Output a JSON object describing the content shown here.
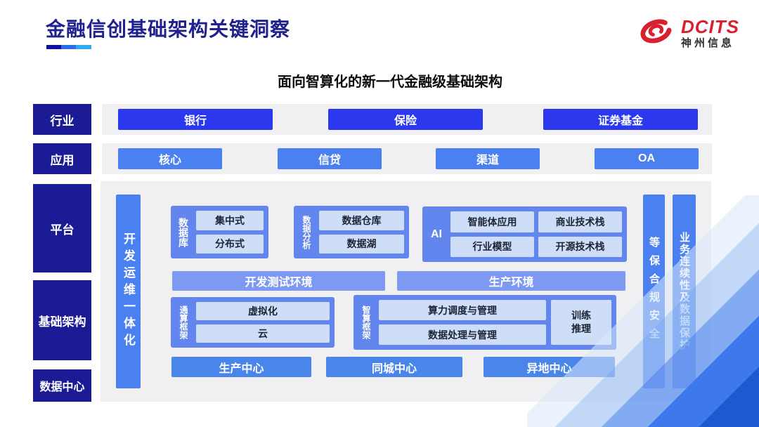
{
  "header": {
    "title": "金融信创基础架构关键洞察",
    "logo": {
      "brand": "DCITS",
      "company": "神州信息"
    }
  },
  "diagram": {
    "subtitle": "面向智算化的新一代金融级基础架构",
    "industry_row": {
      "label": "行业",
      "items": [
        "银行",
        "保险",
        "证券基金"
      ]
    },
    "application_row": {
      "label": "应用",
      "items": [
        "核心",
        "信贷",
        "渠道",
        "OA"
      ]
    },
    "side_labels": {
      "platform": "平台",
      "infrastructure": "基础架构",
      "datacenter": "数据中心"
    },
    "devops_bar": "开发运维一体化",
    "security_bar": "等保合规安全",
    "continuity_bar": "业务连续性及数据保护",
    "database_group": {
      "label": "数据库",
      "items": [
        "集中式",
        "分布式"
      ]
    },
    "analytics_group": {
      "label": "数据分析",
      "items": [
        "数据仓库",
        "数据湖"
      ]
    },
    "ai_group": {
      "label": "AI",
      "items": [
        "智能体应用",
        "商业技术栈",
        "行业模型",
        "开源技术栈"
      ]
    },
    "environments": [
      "开发测试环境",
      "生产环境"
    ],
    "general_compute_group": {
      "label": "通算框架",
      "items": [
        "虚拟化",
        "云"
      ]
    },
    "intelligent_compute_group": {
      "label": "智算框架",
      "items": [
        "算力调度与管理",
        "数据处理与管理"
      ],
      "side_item": "训练推理"
    },
    "centers": [
      "生产中心",
      "同城中心",
      "异地中心"
    ]
  },
  "colors": {
    "title_navy": "#21218e",
    "label_navy": "#1b1b96",
    "industry_blue": "#2b38ee",
    "application_blue": "#4a80ef",
    "group_blue": "#6386ee",
    "chip_light_blue": "#cfdef8",
    "environment_blue": "#7e99f1",
    "center_blue": "#4a86ea",
    "band_gray": "#f0f0f2",
    "brand_red": "#d8202e"
  }
}
